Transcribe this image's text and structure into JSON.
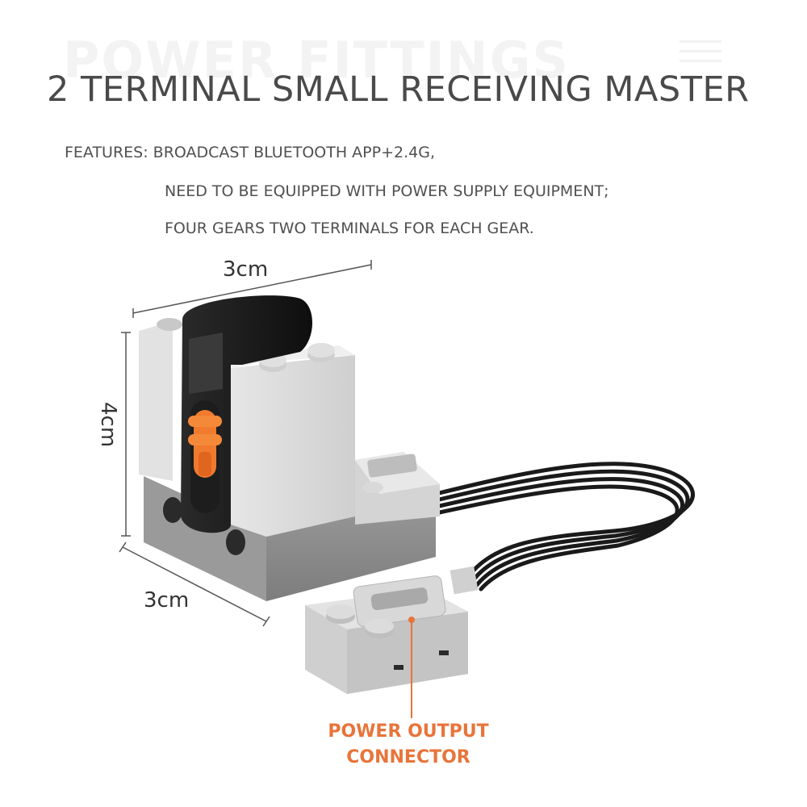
{
  "watermark": "POWER FITTINGS",
  "title": "2 TERMINAL SMALL RECEIVING MASTER",
  "features": {
    "line1": "FEATURES: BROADCAST BLUETOOTH APP+2.4G,",
    "line2": "NEED TO BE EQUIPPED WITH POWER SUPPLY EQUIPMENT;",
    "line3": "FOUR GEARS TWO TERMINALS FOR EACH GEAR."
  },
  "dimensions": {
    "top": "3cm",
    "side": "4cm",
    "bottom": "3cm"
  },
  "callout": {
    "line1": "POWER OUTPUT",
    "line2": "CONNECTOR"
  },
  "colors": {
    "title": "#4a4a4a",
    "accent_orange": "#e8743a",
    "brick_light": "#d9d9d9",
    "brick_dark": "#8a8a8a",
    "cable": "#1a1a1a"
  }
}
